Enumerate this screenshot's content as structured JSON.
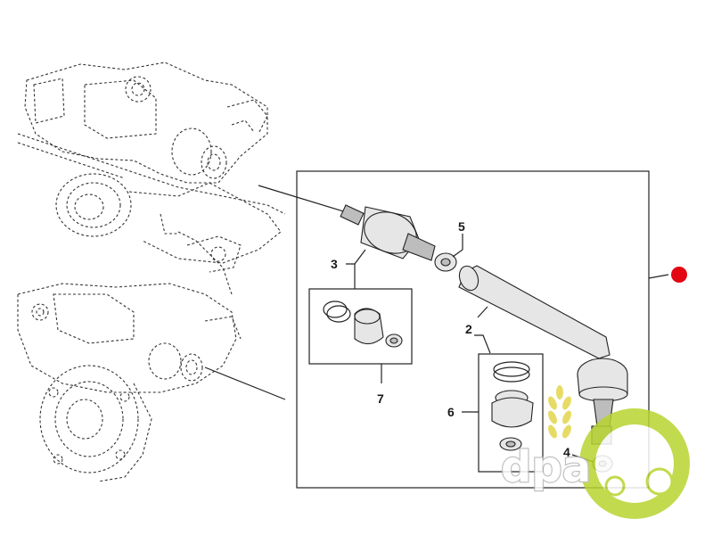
{
  "callouts": {
    "c2": "2",
    "c3": "3",
    "c4": "4",
    "c5": "5",
    "c6": "6",
    "c7": "7"
  },
  "logo": {
    "text": "dpa",
    "ring_color": "#b8d430",
    "wheat_color": "#e3d54b"
  },
  "marker_color": "#e30613"
}
